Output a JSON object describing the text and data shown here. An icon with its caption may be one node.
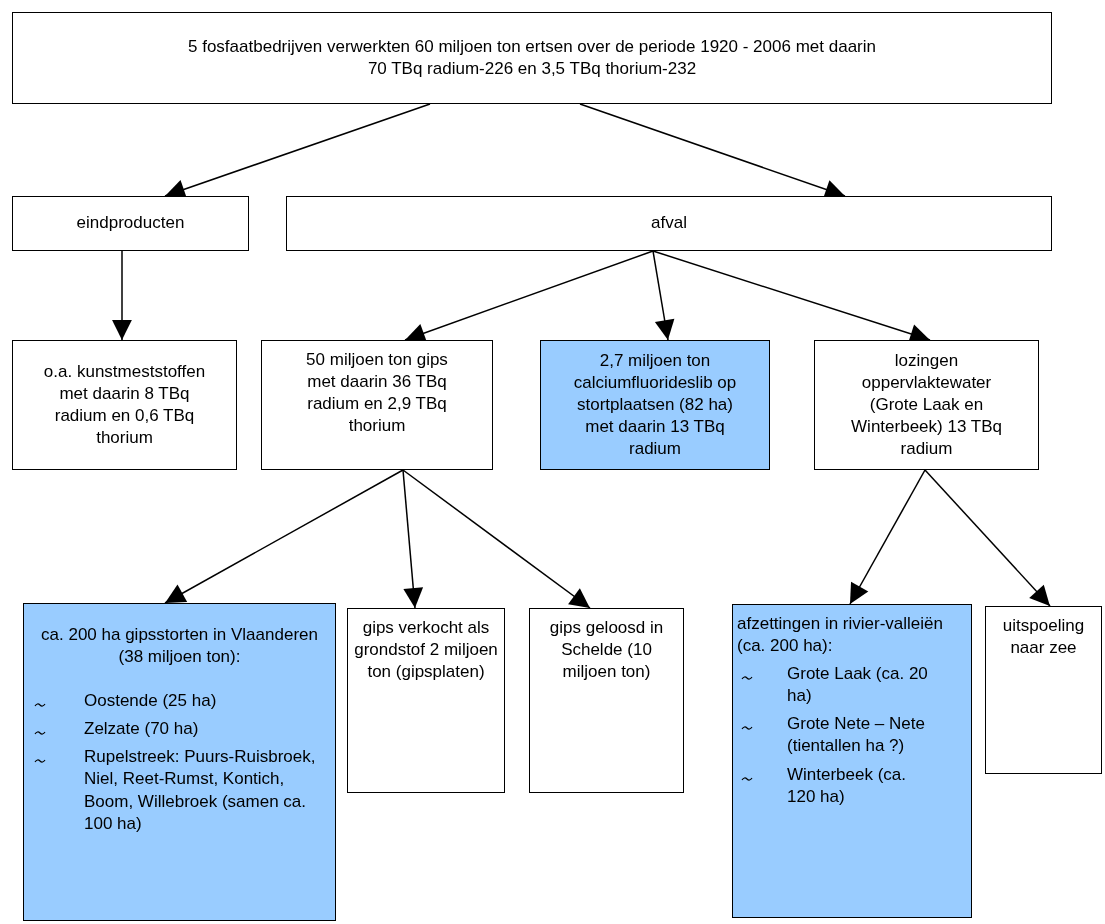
{
  "diagram": {
    "nodes": [
      {
        "text": [
          "5 fosfaatbedrijven verwerkten 60 miljoen ton ertsen over de periode 1920 - 2006 met daarin 70 TBq radium-226 en 3,5 TBq thorium-232"
        ]
      },
      {
        "text": [
          "eindproducten"
        ]
      },
      {
        "text": [
          "afval"
        ]
      },
      {
        "text": [
          "o.a. kunstmeststoffen met daarin 8 TBq radium en 0,6 TBq thorium"
        ]
      },
      {
        "text": [
          "50 miljoen ton gips met daarin 36 TBq radium en 2,9 TBq thorium"
        ]
      },
      {
        "text": [
          "2,7 miljoen ton calciumfluorideslib op stortplaatsen (82 ha) met daarin 13 TBq radium"
        ]
      },
      {
        "text": [
          "lozingen oppervlaktewater (Grote Laak en Winterbeek) 13 TBq radium"
        ]
      },
      {
        "text": [
          "ca. 200 ha gipsstorten in Vlaanderen (38 miljoen ton):",
          "Oostende (25 ha)",
          "Zelzate (70 ha)",
          "Rupelstreek: Puurs-Ruisbroek, Niel, Reet-Rumst, Kontich, Boom, Willebroek (samen ca. 100 ha)"
        ]
      },
      {
        "text": [
          "gips verkocht als grondstof 2 miljoen ton (gipsplaten)"
        ]
      },
      {
        "text": [
          "gips geloosd in Schelde (10 miljoen ton)"
        ]
      },
      {
        "text": [
          "afzettingen in rivier-valleiën (ca. 200 ha):",
          "Grote Laak (ca. 20 ha)",
          "Grote Nete – Nete (tientallen ha ?)",
          "Winterbeek (ca. 120 ha)"
        ]
      },
      {
        "text": [
          "uitspoeling naar zee"
        ]
      }
    ],
    "edges": [
      {
        "from": 0,
        "to": 1,
        "arrow": "to"
      },
      {
        "from": 0,
        "to": 2,
        "arrow": "to"
      },
      {
        "from": 1,
        "to": 3,
        "arrow": "to"
      },
      {
        "from": 2,
        "to": 4,
        "arrow": "to"
      },
      {
        "from": 2,
        "to": 5,
        "arrow": "to"
      },
      {
        "from": 2,
        "to": 6,
        "arrow": "to"
      },
      {
        "from": 4,
        "to": 7,
        "arrow": "to"
      },
      {
        "from": 4,
        "to": 8,
        "arrow": "to"
      },
      {
        "from": 4,
        "to": 9,
        "arrow": "to"
      },
      {
        "from": 6,
        "to": 10,
        "arrow": "to"
      },
      {
        "from": 6,
        "to": 11,
        "arrow": "to"
      }
    ]
  }
}
